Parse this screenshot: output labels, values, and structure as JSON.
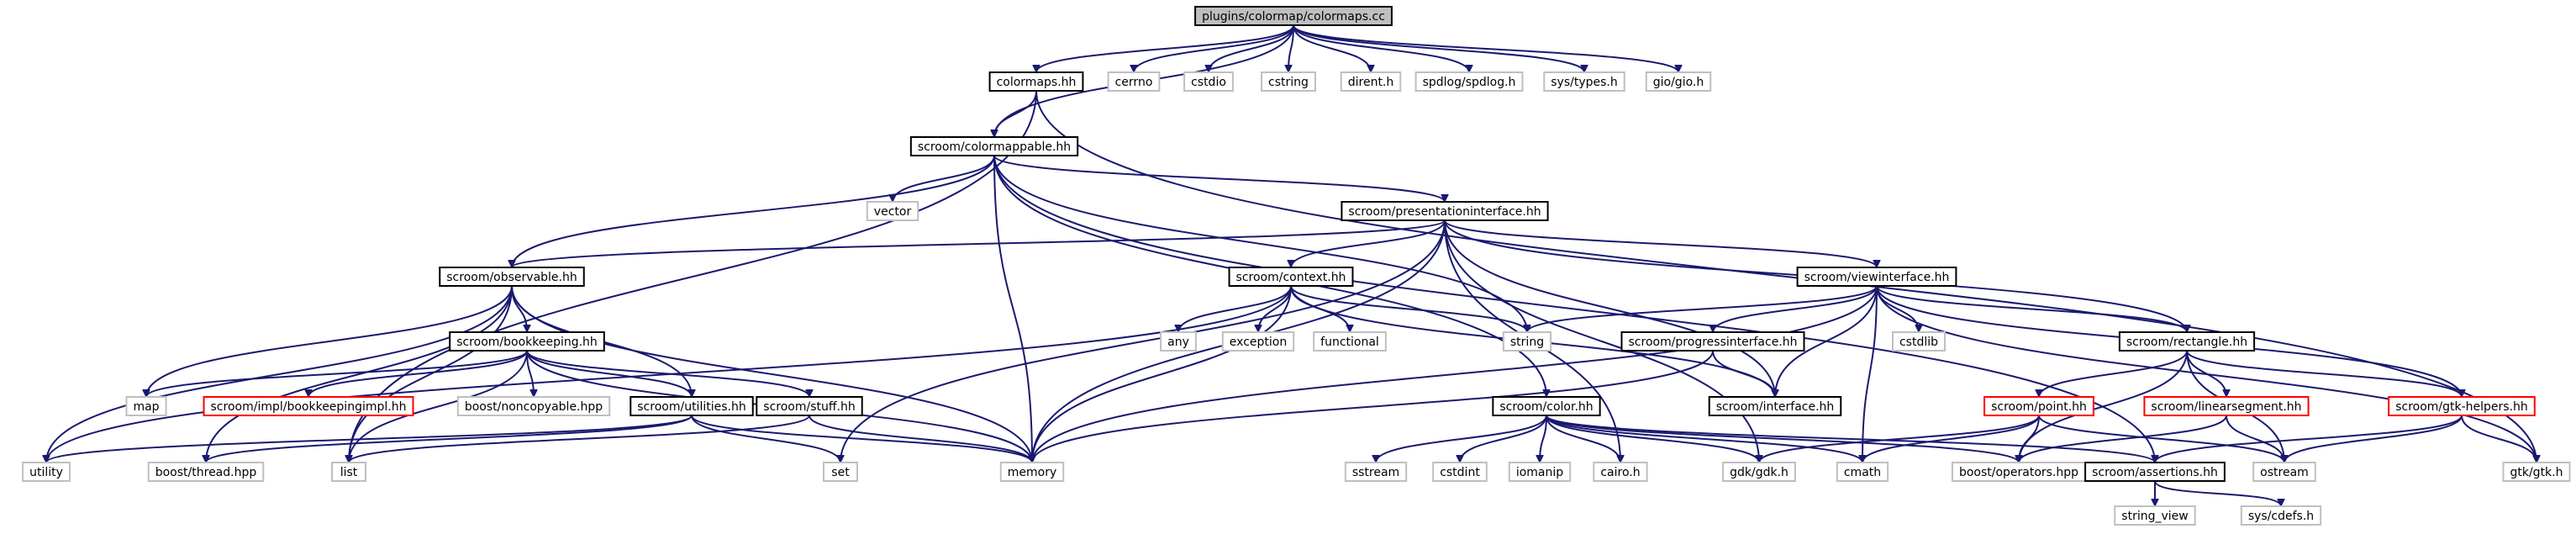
{
  "graph": {
    "nodes": [
      {
        "id": "root",
        "label": "plugins/colormap/colormaps.cc",
        "kind": "root",
        "name": "node-colormaps-cc"
      },
      {
        "id": "colormaps_hh",
        "label": "colormaps.hh",
        "kind": "internal",
        "name": "node-colormaps-hh"
      },
      {
        "id": "cerrno",
        "label": "cerrno",
        "kind": "system",
        "name": "node-cerrno"
      },
      {
        "id": "cstdio",
        "label": "cstdio",
        "kind": "system",
        "name": "node-cstdio"
      },
      {
        "id": "cstring",
        "label": "cstring",
        "kind": "system",
        "name": "node-cstring"
      },
      {
        "id": "dirent",
        "label": "dirent.h",
        "kind": "system",
        "name": "node-dirent-h"
      },
      {
        "id": "spdlog",
        "label": "spdlog/spdlog.h",
        "kind": "system",
        "name": "node-spdlog-h"
      },
      {
        "id": "systypes",
        "label": "sys/types.h",
        "kind": "system",
        "name": "node-sys-types-h"
      },
      {
        "id": "gio",
        "label": "gio/gio.h",
        "kind": "system",
        "name": "node-gio-h"
      },
      {
        "id": "colormappable",
        "label": "scroom/colormappable.hh",
        "kind": "internal",
        "name": "node-colormappable-hh"
      },
      {
        "id": "vector",
        "label": "vector",
        "kind": "system",
        "name": "node-vector"
      },
      {
        "id": "presentation",
        "label": "scroom/presentationinterface.hh",
        "kind": "internal",
        "name": "node-presentationinterface-hh"
      },
      {
        "id": "observable",
        "label": "scroom/observable.hh",
        "kind": "internal",
        "name": "node-observable-hh"
      },
      {
        "id": "context",
        "label": "scroom/context.hh",
        "kind": "internal",
        "name": "node-context-hh"
      },
      {
        "id": "viewinterface",
        "label": "scroom/viewinterface.hh",
        "kind": "internal",
        "name": "node-viewinterface-hh"
      },
      {
        "id": "any",
        "label": "any",
        "kind": "system",
        "name": "node-any"
      },
      {
        "id": "exception",
        "label": "exception",
        "kind": "system",
        "name": "node-exception"
      },
      {
        "id": "functional",
        "label": "functional",
        "kind": "system",
        "name": "node-functional"
      },
      {
        "id": "string",
        "label": "string",
        "kind": "system",
        "name": "node-string"
      },
      {
        "id": "cstdlib",
        "label": "cstdlib",
        "kind": "system",
        "name": "node-cstdlib"
      },
      {
        "id": "bookkeeping",
        "label": "scroom/bookkeeping.hh",
        "kind": "internal",
        "name": "node-bookkeeping-hh"
      },
      {
        "id": "progress",
        "label": "scroom/progressinterface.hh",
        "kind": "internal",
        "name": "node-progressinterface-hh"
      },
      {
        "id": "rectangle",
        "label": "scroom/rectangle.hh",
        "kind": "internal",
        "name": "node-rectangle-hh"
      },
      {
        "id": "map",
        "label": "map",
        "kind": "system",
        "name": "node-map"
      },
      {
        "id": "bookimpl",
        "label": "scroom/impl/bookkeepingimpl.hh",
        "kind": "missing",
        "name": "node-bookkeepingimpl-hh"
      },
      {
        "id": "noncopyable",
        "label": "boost/noncopyable.hpp",
        "kind": "system",
        "name": "node-boost-noncopyable-hpp"
      },
      {
        "id": "utilities",
        "label": "scroom/utilities.hh",
        "kind": "internal",
        "name": "node-utilities-hh"
      },
      {
        "id": "stuff",
        "label": "scroom/stuff.hh",
        "kind": "internal",
        "name": "node-stuff-hh"
      },
      {
        "id": "color",
        "label": "scroom/color.hh",
        "kind": "internal",
        "name": "node-color-hh"
      },
      {
        "id": "interface",
        "label": "scroom/interface.hh",
        "kind": "internal",
        "name": "node-interface-hh"
      },
      {
        "id": "point",
        "label": "scroom/point.hh",
        "kind": "missing",
        "name": "node-point-hh"
      },
      {
        "id": "linearsegment",
        "label": "scroom/linearsegment.hh",
        "kind": "missing",
        "name": "node-linearsegment-hh"
      },
      {
        "id": "gtkhelpers",
        "label": "scroom/gtk-helpers.hh",
        "kind": "missing",
        "name": "node-gtk-helpers-hh"
      },
      {
        "id": "utility",
        "label": "utility",
        "kind": "system",
        "name": "node-utility"
      },
      {
        "id": "thread",
        "label": "boost/thread.hpp",
        "kind": "system",
        "name": "node-boost-thread-hpp"
      },
      {
        "id": "list",
        "label": "list",
        "kind": "system",
        "name": "node-list"
      },
      {
        "id": "set",
        "label": "set",
        "kind": "system",
        "name": "node-set"
      },
      {
        "id": "memory",
        "label": "memory",
        "kind": "system",
        "name": "node-memory"
      },
      {
        "id": "sstream",
        "label": "sstream",
        "kind": "system",
        "name": "node-sstream"
      },
      {
        "id": "cstdint",
        "label": "cstdint",
        "kind": "system",
        "name": "node-cstdint"
      },
      {
        "id": "iomanip",
        "label": "iomanip",
        "kind": "system",
        "name": "node-iomanip"
      },
      {
        "id": "cairo",
        "label": "cairo.h",
        "kind": "system",
        "name": "node-cairo-h"
      },
      {
        "id": "gdk",
        "label": "gdk/gdk.h",
        "kind": "system",
        "name": "node-gdk-h"
      },
      {
        "id": "cmath",
        "label": "cmath",
        "kind": "system",
        "name": "node-cmath"
      },
      {
        "id": "operators",
        "label": "boost/operators.hpp",
        "kind": "system",
        "name": "node-boost-operators-hpp"
      },
      {
        "id": "assertions",
        "label": "scroom/assertions.hh",
        "kind": "internal",
        "name": "node-assertions-hh"
      },
      {
        "id": "ostream",
        "label": "ostream",
        "kind": "system",
        "name": "node-ostream"
      },
      {
        "id": "gtk",
        "label": "gtk/gtk.h",
        "kind": "system",
        "name": "node-gtk-h"
      },
      {
        "id": "string_view",
        "label": "string_view",
        "kind": "system",
        "name": "node-string-view"
      },
      {
        "id": "syscdefs",
        "label": "sys/cdefs.h",
        "kind": "system",
        "name": "node-sys-cdefs-h"
      }
    ],
    "edges": [
      [
        "root",
        "colormaps_hh"
      ],
      [
        "root",
        "cerrno"
      ],
      [
        "root",
        "cstdio"
      ],
      [
        "root",
        "cstring"
      ],
      [
        "root",
        "dirent"
      ],
      [
        "root",
        "spdlog"
      ],
      [
        "root",
        "systypes"
      ],
      [
        "root",
        "gio"
      ],
      [
        "root",
        "colormappable"
      ],
      [
        "colormaps_hh",
        "colormappable"
      ],
      [
        "colormaps_hh",
        "list"
      ],
      [
        "colormaps_hh",
        "gtk"
      ],
      [
        "colormappable",
        "vector"
      ],
      [
        "colormappable",
        "presentation"
      ],
      [
        "colormappable",
        "observable"
      ],
      [
        "colormappable",
        "string"
      ],
      [
        "colormappable",
        "memory"
      ],
      [
        "colormappable",
        "color"
      ],
      [
        "colormappable",
        "assertions"
      ],
      [
        "presentation",
        "observable"
      ],
      [
        "presentation",
        "context"
      ],
      [
        "presentation",
        "viewinterface"
      ],
      [
        "presentation",
        "rectangle"
      ],
      [
        "presentation",
        "memory"
      ],
      [
        "presentation",
        "set"
      ],
      [
        "presentation",
        "cairo"
      ],
      [
        "presentation",
        "gdk"
      ],
      [
        "presentation",
        "interface"
      ],
      [
        "observable",
        "bookkeeping"
      ],
      [
        "observable",
        "utilities"
      ],
      [
        "observable",
        "memory"
      ],
      [
        "observable",
        "utility"
      ],
      [
        "observable",
        "map"
      ],
      [
        "observable",
        "list"
      ],
      [
        "observable",
        "thread"
      ],
      [
        "context",
        "any"
      ],
      [
        "context",
        "exception"
      ],
      [
        "context",
        "functional"
      ],
      [
        "context",
        "string"
      ],
      [
        "context",
        "memory"
      ],
      [
        "context",
        "utility"
      ],
      [
        "context",
        "interface"
      ],
      [
        "viewinterface",
        "string"
      ],
      [
        "viewinterface",
        "cstdlib"
      ],
      [
        "viewinterface",
        "progress"
      ],
      [
        "viewinterface",
        "rectangle"
      ],
      [
        "viewinterface",
        "interface"
      ],
      [
        "viewinterface",
        "gtkhelpers"
      ],
      [
        "viewinterface",
        "gtk"
      ],
      [
        "viewinterface",
        "memory"
      ],
      [
        "viewinterface",
        "cmath"
      ],
      [
        "bookkeeping",
        "map"
      ],
      [
        "bookkeeping",
        "bookimpl"
      ],
      [
        "bookkeeping",
        "noncopyable"
      ],
      [
        "bookkeeping",
        "utilities"
      ],
      [
        "bookkeeping",
        "stuff"
      ],
      [
        "bookkeeping",
        "memory"
      ],
      [
        "bookkeeping",
        "list"
      ],
      [
        "progress",
        "interface"
      ],
      [
        "progress",
        "memory"
      ],
      [
        "rectangle",
        "point"
      ],
      [
        "rectangle",
        "linearsegment"
      ],
      [
        "rectangle",
        "gtkhelpers"
      ],
      [
        "rectangle",
        "operators"
      ],
      [
        "rectangle",
        "ostream"
      ],
      [
        "utilities",
        "utility"
      ],
      [
        "utilities",
        "set"
      ],
      [
        "utilities",
        "memory"
      ],
      [
        "utilities",
        "thread"
      ],
      [
        "stuff",
        "memory"
      ],
      [
        "stuff",
        "list"
      ],
      [
        "color",
        "sstream"
      ],
      [
        "color",
        "cstdint"
      ],
      [
        "color",
        "iomanip"
      ],
      [
        "color",
        "cairo"
      ],
      [
        "color",
        "gdk"
      ],
      [
        "color",
        "cmath"
      ],
      [
        "color",
        "operators"
      ],
      [
        "color",
        "assertions"
      ],
      [
        "point",
        "gdk"
      ],
      [
        "point",
        "cmath"
      ],
      [
        "point",
        "operators"
      ],
      [
        "point",
        "ostream"
      ],
      [
        "linearsegment",
        "operators"
      ],
      [
        "linearsegment",
        "ostream"
      ],
      [
        "gtkhelpers",
        "assertions"
      ],
      [
        "gtkhelpers",
        "ostream"
      ],
      [
        "gtkhelpers",
        "gtk"
      ],
      [
        "assertions",
        "string_view"
      ],
      [
        "assertions",
        "syscdefs"
      ]
    ]
  }
}
